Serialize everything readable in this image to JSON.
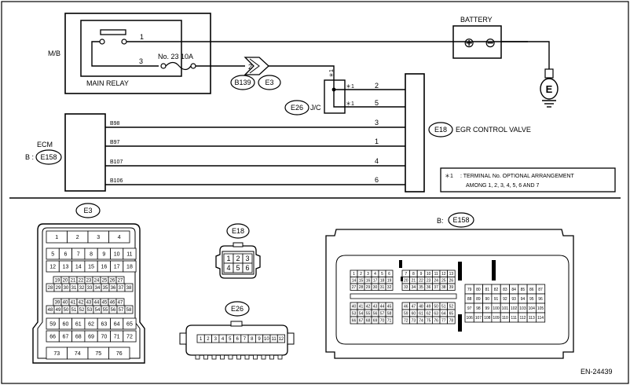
{
  "labels": {
    "mb": "M/B",
    "main_relay": "MAIN RELAY",
    "battery": "BATTERY",
    "battery_plus": "⊕",
    "battery_minus": "⊖",
    "ground": "E",
    "fuse": "No. 23   10A",
    "jc": "J/C",
    "ecm": "ECM",
    "ecm_prefix": "B :",
    "egr_valve": "EGR CONTROL VALVE",
    "note_star": "＊1",
    "note_line1": ": TERMINAL No. OPTIONAL ARRANGEMENT",
    "note_line2": "AMONG 1, 2, 3, 4, 5, 6 AND 7",
    "star": "＊1",
    "e158_prefix": "B:",
    "figure_code": "EN-24439"
  },
  "connectors": {
    "b139": "B139",
    "e3": "E3",
    "e26": "E26",
    "e18": "E18",
    "e158": "E158"
  },
  "pins": {
    "relay_1": "1",
    "relay_3": "3",
    "fuse_pin": "2",
    "jc_2": "2",
    "jc_5": "5",
    "egr_3": "3",
    "egr_1": "1",
    "egr_4": "4",
    "egr_6": "6",
    "jc_star": "＊1"
  },
  "wires": {
    "b98": "B98",
    "b97": "B97",
    "b107": "B107",
    "b106": "B106"
  },
  "e3_rows": [
    [
      "1",
      "2",
      "3",
      "4"
    ],
    [
      "5",
      "6",
      "7",
      "8",
      "9",
      "10",
      "11"
    ],
    [
      "12",
      "13",
      "14",
      "15",
      "16",
      "17",
      "18"
    ],
    [
      "19",
      "20",
      "21",
      "22",
      "23",
      "24",
      "25",
      "26",
      "27"
    ],
    [
      "28",
      "29",
      "30",
      "31",
      "32",
      "33",
      "34",
      "35",
      "36",
      "37",
      "38"
    ],
    [
      "39",
      "40",
      "41",
      "42",
      "43",
      "44",
      "45",
      "46",
      "47"
    ],
    [
      "48",
      "49",
      "50",
      "51",
      "52",
      "53",
      "54",
      "55",
      "56",
      "57",
      "58"
    ],
    [
      "59",
      "60",
      "61",
      "62",
      "63",
      "64",
      "65"
    ],
    [
      "66",
      "67",
      "68",
      "69",
      "70",
      "71",
      "72"
    ],
    [
      "73",
      "74",
      "75",
      "76"
    ]
  ],
  "e18_rows": [
    [
      "1",
      "2",
      "3"
    ],
    [
      "4",
      "5",
      "6"
    ]
  ],
  "e26_pins": [
    "1",
    "2",
    "3",
    "4",
    "5",
    "6",
    "7",
    "8",
    "9",
    "10",
    "11",
    "12"
  ],
  "e158": {
    "b1": [
      [
        "1",
        "2",
        "3",
        "4",
        "5",
        "6"
      ],
      [
        "14",
        "15",
        "16",
        "17",
        "18",
        "19"
      ],
      [
        "27",
        "28",
        "29",
        "30",
        "31",
        "32"
      ]
    ],
    "b2": [
      [
        "7",
        "8",
        "9",
        "10",
        "11",
        "12",
        "13"
      ],
      [
        "20",
        "21",
        "22",
        "23",
        "24",
        "25",
        "26"
      ],
      [
        "33",
        "34",
        "35",
        "36",
        "37",
        "38",
        "39"
      ]
    ],
    "b3": [
      [
        "79",
        "80",
        "81",
        "82",
        "83",
        "84",
        "85",
        "86",
        "87"
      ],
      [
        "88",
        "89",
        "90",
        "91",
        "92",
        "93",
        "94",
        "95",
        "96"
      ],
      [
        "97",
        "98",
        "99",
        "100",
        "101",
        "102",
        "103",
        "104",
        "105"
      ],
      [
        "106",
        "107",
        "108",
        "109",
        "110",
        "111",
        "112",
        "113",
        "114"
      ]
    ],
    "b4": [
      [
        "40",
        "41",
        "42",
        "43",
        "44",
        "45"
      ],
      [
        "53",
        "54",
        "55",
        "56",
        "57",
        "58"
      ],
      [
        "66",
        "67",
        "68",
        "69",
        "70",
        "71"
      ]
    ],
    "b5": [
      [
        "46",
        "47",
        "48",
        "49",
        "50",
        "51",
        "52"
      ],
      [
        "59",
        "60",
        "61",
        "62",
        "63",
        "64",
        "65"
      ],
      [
        "72",
        "73",
        "74",
        "75",
        "76",
        "77",
        "78"
      ]
    ]
  }
}
